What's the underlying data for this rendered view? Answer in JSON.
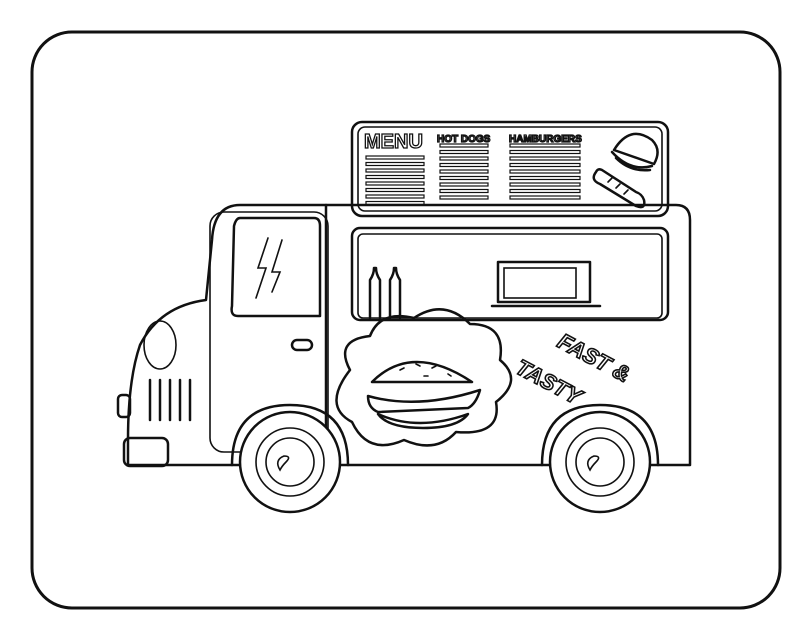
{
  "menu_board": {
    "title": "MENU",
    "columns": [
      "HOT DOGS",
      "HAMBURGERS"
    ]
  },
  "slogan": {
    "line1": "FAST &",
    "line2": "TASTY"
  },
  "colors": {
    "line": "#111111",
    "background": "#ffffff"
  }
}
